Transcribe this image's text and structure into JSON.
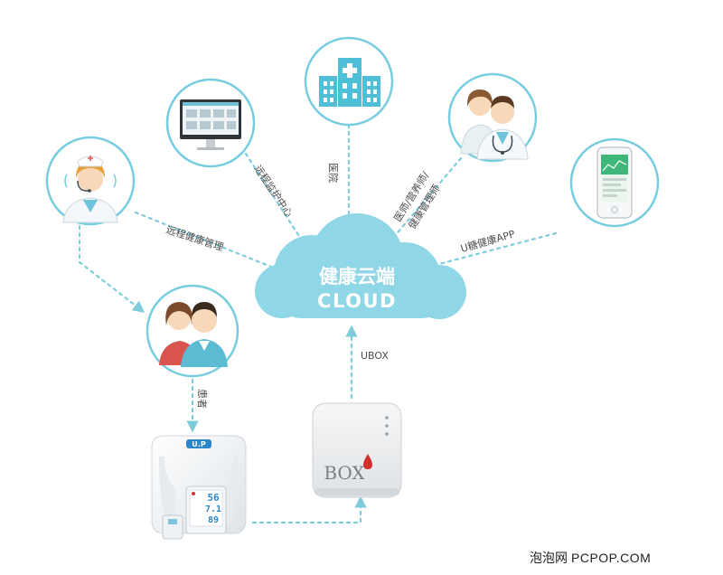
{
  "colors": {
    "circle_border": "#77cde0",
    "cloud_fill": "#8fd6e6",
    "dotted_line": "#7ecbdc",
    "label_text": "#4b4b4b",
    "device_accent": "#2b86c9",
    "glucose_red": "#d2312b"
  },
  "cloud": {
    "title": "健康云端",
    "subtitle": "CLOUD"
  },
  "connections": {
    "remote_health_management": "远程健康管理",
    "remote_monitoring_center": "远程监护中心",
    "hospital": "医院",
    "doctor_nutritionist_health_manager_line1": "医师/营养师/",
    "doctor_nutritionist_health_manager_line2": "健康管理师",
    "u_sugar_app": "U糖健康APP",
    "ubox": "UBOX",
    "patient": "患者"
  },
  "nodes": {
    "nurse": "nurse-icon",
    "monitor": "computer-monitor-icon",
    "hospital": "hospital-building-icon",
    "doctors": "doctors-icon",
    "phone": "smartphone-app-icon",
    "patients": "patients-icon"
  },
  "devices": {
    "glucometer_brand": "U.P",
    "glucometer_reading_1": "56",
    "glucometer_reading_2": "7.1",
    "glucometer_reading_3": "89",
    "box_label": "BOX"
  },
  "watermark": {
    "cn": "泡泡网",
    "en": "PCPOP.COM"
  }
}
